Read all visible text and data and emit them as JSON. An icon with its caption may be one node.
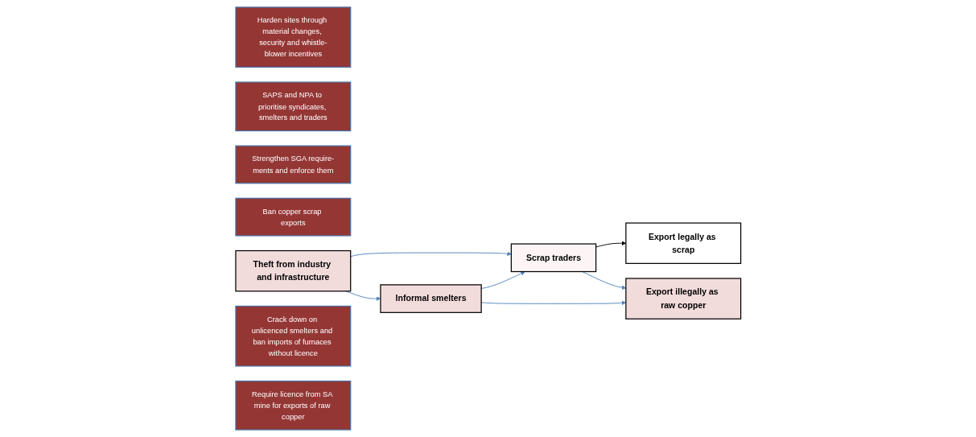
{
  "diagram": {
    "nodes": [
      {
        "text": [
          "Harden sites through material changes, security and whistle-blower incentives"
        ]
      },
      {
        "text": [
          "SAPS and NPA to prioritise syndicates, smelters and traders"
        ]
      },
      {
        "text": [
          "Strengthen SGA require-ments and enforce them"
        ]
      },
      {
        "text": [
          "Ban copper scrap exports"
        ]
      },
      {
        "text": [
          "Theft from industry and infrastructure"
        ]
      },
      {
        "text": [
          "Scrap traders"
        ]
      },
      {
        "text": [
          "Export legally as scrap"
        ]
      },
      {
        "text": [
          "Export illegally as raw copper"
        ]
      },
      {
        "text": [
          "Crack down on unlicenced smelters and ban imports of furnaces without licence"
        ]
      },
      {
        "text": [
          "Require licence from SA mine for exports of raw copper"
        ]
      },
      {
        "text": [
          "Informal smelters"
        ]
      }
    ],
    "edges": [
      {
        "from": 4,
        "to": 5,
        "arrow": "to"
      },
      {
        "from": 4,
        "to": 10,
        "arrow": "to"
      },
      {
        "from": 10,
        "to": 5,
        "arrow": "to"
      },
      {
        "from": 10,
        "to": 7,
        "arrow": "to"
      },
      {
        "from": 5,
        "to": 6,
        "arrow": "to",
        "color": "#000000"
      },
      {
        "from": 5,
        "to": 7,
        "arrow": "to"
      }
    ]
  }
}
